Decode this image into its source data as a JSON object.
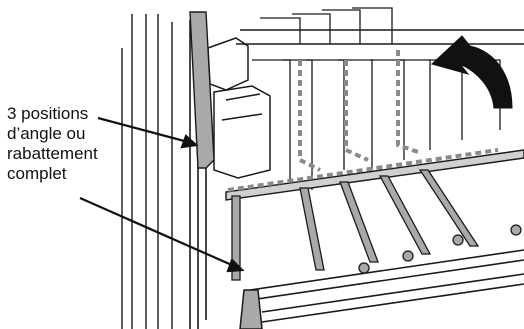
{
  "callout": {
    "lines": [
      "3 positions",
      "d’angle ou",
      "rabattement",
      "complet"
    ]
  },
  "colors": {
    "line": "#1a1a1a",
    "tine_fill": "#a9a9a9",
    "background": "#ffffff"
  }
}
